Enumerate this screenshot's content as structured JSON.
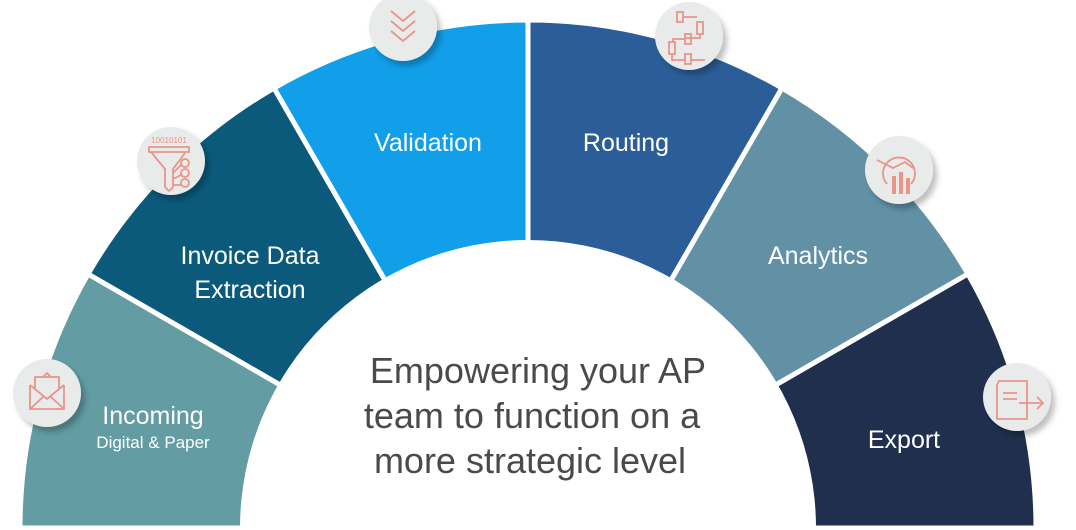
{
  "segments": [
    {
      "label": "Incoming",
      "sublabel": "Digital & Paper",
      "icon": "envelope-icon",
      "color": "#639ca3"
    },
    {
      "label": "Invoice Data",
      "label2": "Extraction",
      "icon": "funnel-data-icon",
      "icon_text": "10010101",
      "color": "#0b5a7b"
    },
    {
      "label": "Validation",
      "icon": "triple-check-icon",
      "color": "#119fea"
    },
    {
      "label": "Routing",
      "icon": "workflow-icon",
      "color": "#2b5e98"
    },
    {
      "label": "Analytics",
      "icon": "analytics-icon",
      "color": "#6291a6"
    },
    {
      "label": "Export",
      "icon": "document-export-icon",
      "color": "#1f2f4d"
    }
  ],
  "center": {
    "line1": "Empowering your AP",
    "line2": "team to function on a",
    "line3": "more strategic level"
  },
  "colors": {
    "icon": "#e8958a",
    "icon_bg": "#e9eaea",
    "text": "#4a4a4a"
  }
}
